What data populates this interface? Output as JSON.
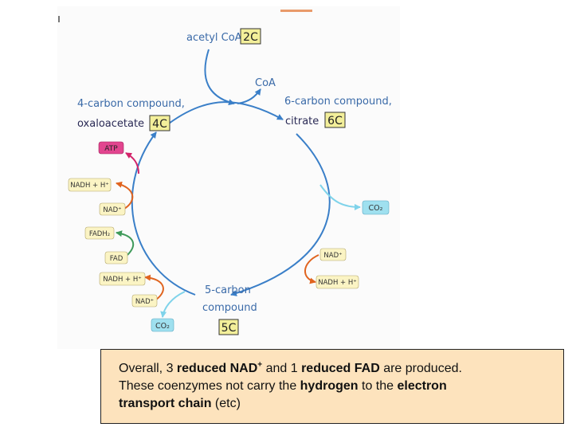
{
  "diagram": {
    "acetyl_coa": "acetyl CoA",
    "acetyl_coa_carbons": "2C",
    "coa": "CoA",
    "six_carbon_line1": "6-carbon compound,",
    "six_carbon_line2": "citrate",
    "six_carbon_carbons": "6C",
    "four_carbon_line1": "4-carbon compound,",
    "four_carbon_line2": "oxaloacetate",
    "four_carbon_carbons": "4C",
    "five_carbon_line1": "5-carbon",
    "five_carbon_line2": "compound",
    "five_carbon_carbons": "5C",
    "atp": "ATP",
    "co2_right": "CO₂",
    "co2_left": "CO₂",
    "nad_right": "NAD⁺",
    "nadh_right": "NADH + H⁺",
    "nadh_left_1": "NADH + H⁺",
    "nad_left_1": "NAD⁺",
    "fadh2": "FADH₂",
    "fad": "FAD",
    "nadh_left_2": "NADH + H⁺",
    "nad_left_2": "NAD⁺"
  },
  "colors": {
    "cycle_arrow": "#3a7fc8",
    "label_blue": "#3a6aa8",
    "carbon_box": "#f3ef9a",
    "pill_yellow": "#fbf4c4",
    "co2_box": "#9fe0ef",
    "atp_box": "#e2458f",
    "orange_arrow": "#e0641f",
    "green_arrow": "#3f9a5a",
    "note_background": "#fde3bd"
  },
  "note": {
    "line1_pre": "Overall, 3 ",
    "line1_b1": "reduced NAD",
    "line1_sup": "+",
    "line1_mid": " and 1 ",
    "line1_b2": "reduced FAD",
    "line1_post": " are produced.",
    "line2_pre": "These coenzymes not carry the ",
    "line2_b1": "hydrogen",
    "line2_mid": " to the ",
    "line2_b2": "electron",
    "line3_b1": "transport chain",
    "line3_post": " (etc)"
  }
}
